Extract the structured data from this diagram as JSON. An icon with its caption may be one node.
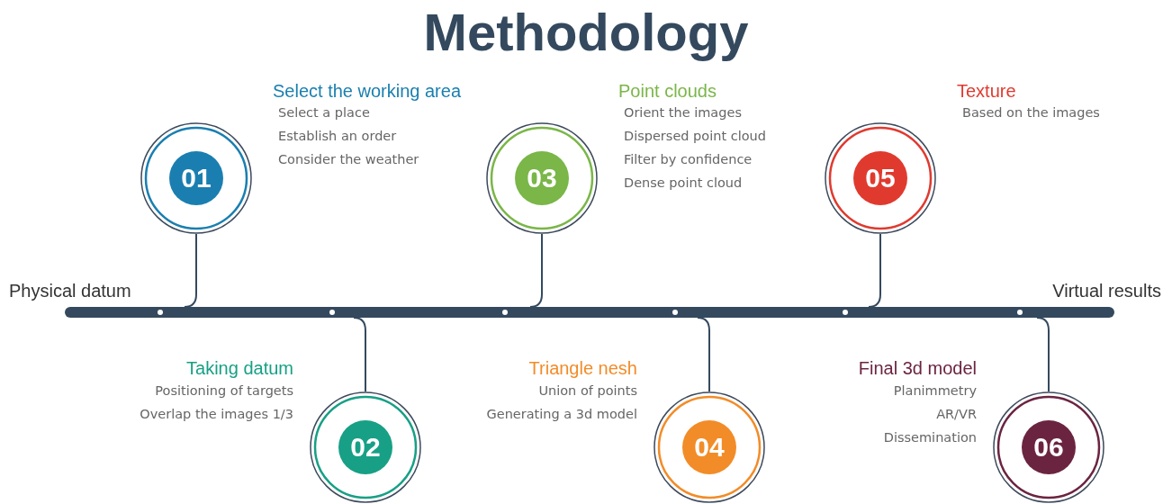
{
  "diagram": {
    "title": "Methodology",
    "nodes": [
      {
        "text": [],
        "shape": "bar"
      },
      {
        "text": [
          "01"
        ],
        "beside": [
          "Select the working area",
          "Select a place",
          "Establish an order",
          "Consider the weather"
        ]
      },
      {
        "text": [
          "02"
        ],
        "beside": [
          "Taking datum",
          "Positioning of targets",
          "Overlap the images 1/3"
        ]
      },
      {
        "text": [
          "03"
        ],
        "beside": [
          "Point clouds",
          "Orient the images",
          "Dispersed point cloud",
          "Filter by confidence",
          "Dense point cloud"
        ]
      },
      {
        "text": [
          "04"
        ],
        "beside": [
          "Triangle nesh",
          "Union of points",
          "Generating a 3d model"
        ]
      },
      {
        "text": [
          "05"
        ],
        "beside": [
          "Texture",
          "Based on the images"
        ]
      },
      {
        "text": [
          "06"
        ],
        "beside": [
          "Final 3d model",
          "Planimmetry",
          "AR/VR",
          "Dissemination"
        ]
      }
    ],
    "edges": [
      {
        "from": 1,
        "to": 0,
        "arrow": "none"
      },
      {
        "from": 2,
        "to": 0,
        "arrow": "none"
      },
      {
        "from": 3,
        "to": 0,
        "arrow": "none"
      },
      {
        "from": 4,
        "to": 0,
        "arrow": "none"
      },
      {
        "from": 5,
        "to": 0,
        "arrow": "none"
      },
      {
        "from": 6,
        "to": 0,
        "arrow": "none"
      }
    ],
    "labels": [
      "Physical datum",
      "Virtual results"
    ]
  }
}
